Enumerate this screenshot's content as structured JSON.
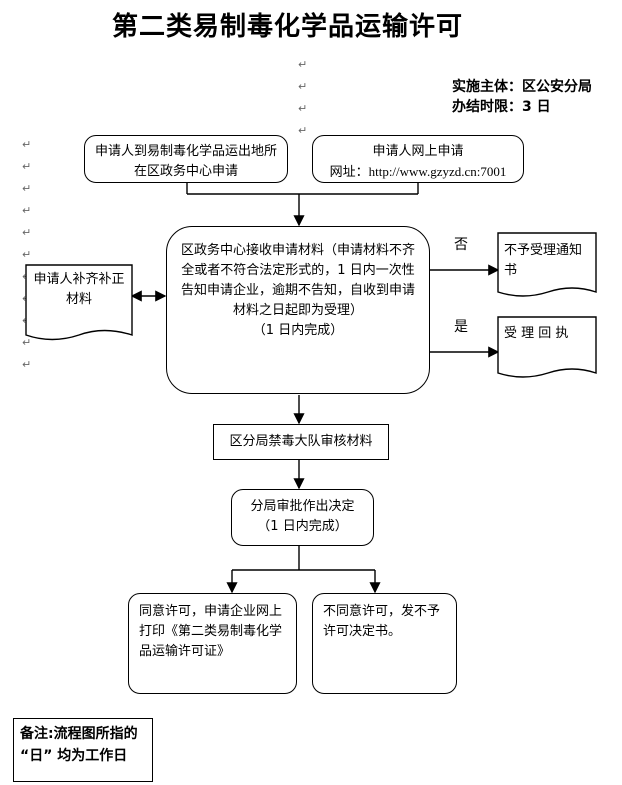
{
  "title": "第二类易制毒化学品运输许可",
  "implementer": "实施主体：区公安分局",
  "time_limit": "办结时限：3 日",
  "nodes": {
    "apply_onsite": "申请人到易制毒化学品运出地所在区政务中心申请",
    "apply_online_line1": "申请人网上申请",
    "apply_online_line2": "网址：http://www.gzyzd.cn:7001",
    "center_receive": "区政务中心接收申请材料（申请材料不齐全或者不符合法定形式的，1 日内一次性告知申请企业，逾期不告知，自收到申请材料之日起即为受理）",
    "center_receive_time": "（1 日内完成）",
    "supplement": "申请人补齐补正材料",
    "reject_notice": "不予受理通知书",
    "accept_receipt": "受 理 回 执",
    "review": "区分局禁毒大队审核材料",
    "decision_line1": "分局审批作出决定",
    "decision_line2": "（1 日内完成）",
    "approve": "同意许可，申请企业网上打印《第二类易制毒化学品运输许可证》",
    "deny": "不同意许可，发不予许可决定书。"
  },
  "edge_labels": {
    "no": "否",
    "yes": "是"
  },
  "footnote": "备注:流程图所指的 “日” 均为工作日",
  "para_mark": "↵"
}
